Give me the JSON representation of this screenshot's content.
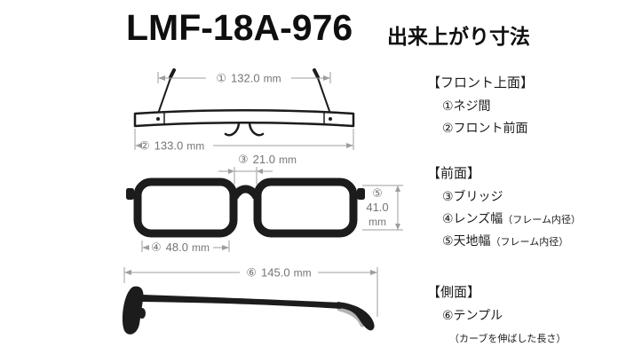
{
  "header": {
    "model": "LMF-18A-976",
    "subtitle": "出来上がり寸法"
  },
  "dimensions": {
    "screw_span": {
      "num": "①",
      "value": "132.0",
      "unit": "mm"
    },
    "front_width": {
      "num": "②",
      "value": "133.0",
      "unit": "mm"
    },
    "bridge": {
      "num": "③",
      "value": "21.0",
      "unit": "mm"
    },
    "lens_width": {
      "num": "④",
      "value": "48.0",
      "unit": "mm"
    },
    "lens_height": {
      "num": "⑤",
      "value": "41.0",
      "unit": "mm"
    },
    "temple": {
      "num": "⑥",
      "value": "145.0",
      "unit": "mm"
    }
  },
  "legend": {
    "sections": [
      {
        "title": "【フロント上面】",
        "items": [
          {
            "label": "①ネジ間",
            "note": ""
          },
          {
            "label": "②フロント前面",
            "note": ""
          }
        ]
      },
      {
        "title": "【前面】",
        "items": [
          {
            "label": "③ブリッジ",
            "note": ""
          },
          {
            "label": "④レンズ幅",
            "note": "（フレーム内径）"
          },
          {
            "label": "⑤天地幅",
            "note": "（フレーム内径）"
          }
        ]
      },
      {
        "title": "【側面】",
        "items": [
          {
            "label": "⑥テンプル",
            "note": ""
          },
          {
            "label": "",
            "note": "（カーブを伸ばした長さ）"
          }
        ]
      }
    ]
  },
  "colors": {
    "ink": "#1c1c1c",
    "dimension_text": "#757575",
    "dimension_line": "#9e9e9e"
  }
}
